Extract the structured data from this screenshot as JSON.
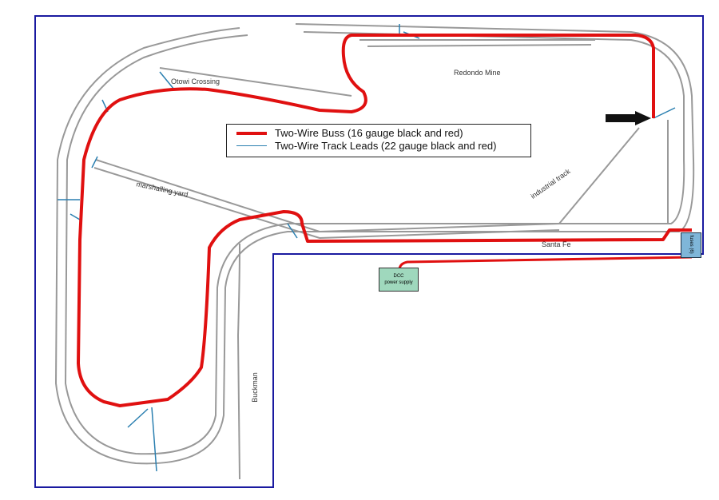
{
  "legend": {
    "buss_label": "Two-Wire Buss (16 gauge black and red)",
    "leads_label": "Two-Wire Track Leads (22 gauge black and red)"
  },
  "labels": {
    "otowi": "Otowi Crossing",
    "redondo": "Redondo Mine",
    "marshalling": "marshalling yard",
    "industrial": "industrial track",
    "santa_fe": "Santa Fe",
    "buckman": "Buckman"
  },
  "dcc": {
    "line1": "DCC",
    "line2": "power supply"
  },
  "fuses": {
    "label": "fuses (6)"
  },
  "colors": {
    "buss": "#e01010",
    "leads": "#2a7fb0",
    "boundary": "#1a1aa0",
    "track": "#888888"
  }
}
